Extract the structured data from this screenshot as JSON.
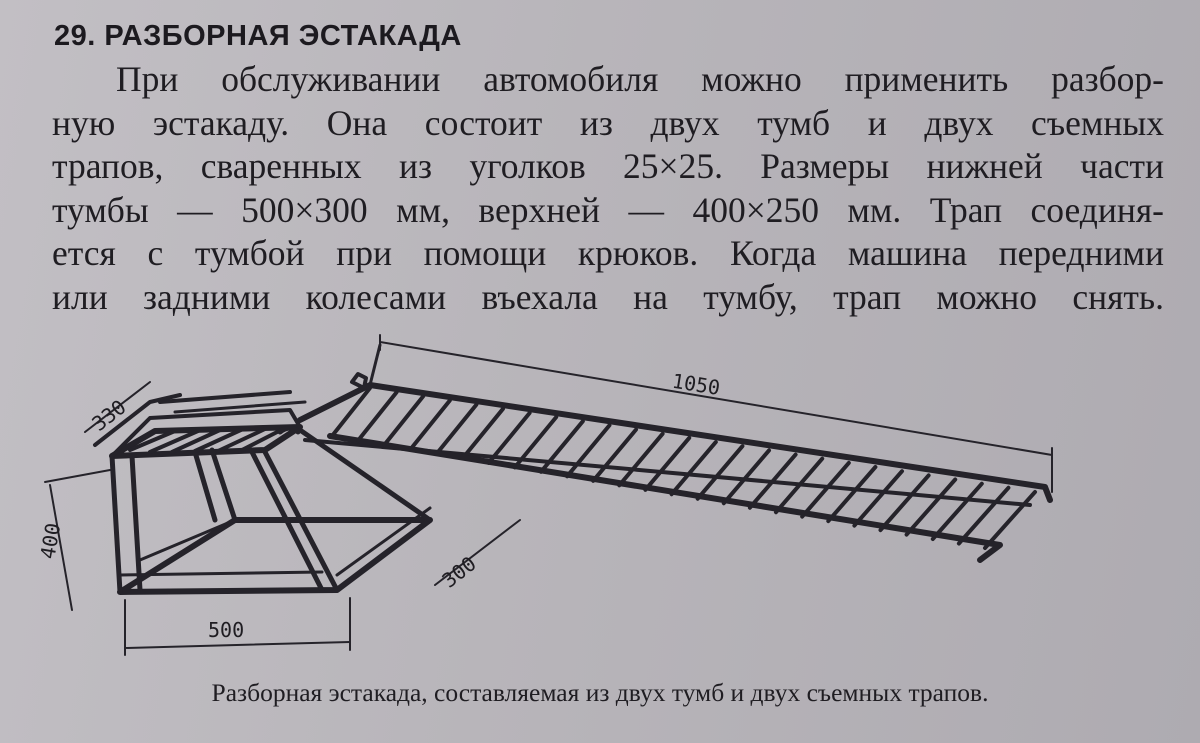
{
  "heading": "29. РАЗБОРНАЯ ЭСТАКАДА",
  "paragraph_lines": [
    "При обслуживании автомобиля можно применить разбор-",
    "ную эстакаду. Она состоит из двух тумб и двух съемных",
    "трапов, сваренных из уголков 25×25. Размеры нижней части",
    "тумбы — 500×300 мм, верхней — 400×250 мм. Трап соединя-",
    "ется с тумбой при помощи крюков. Когда машина передними",
    "или задними колесами въехала на тумбу, трап можно снять."
  ],
  "figure": {
    "dimensions": {
      "top_width": "330",
      "height": "400",
      "bottom_length": "500",
      "bottom_depth": "300",
      "ramp_length": "1050"
    }
  },
  "caption": "Разборная эстакада, составляемая из двух тумб и двух съемных трапов."
}
